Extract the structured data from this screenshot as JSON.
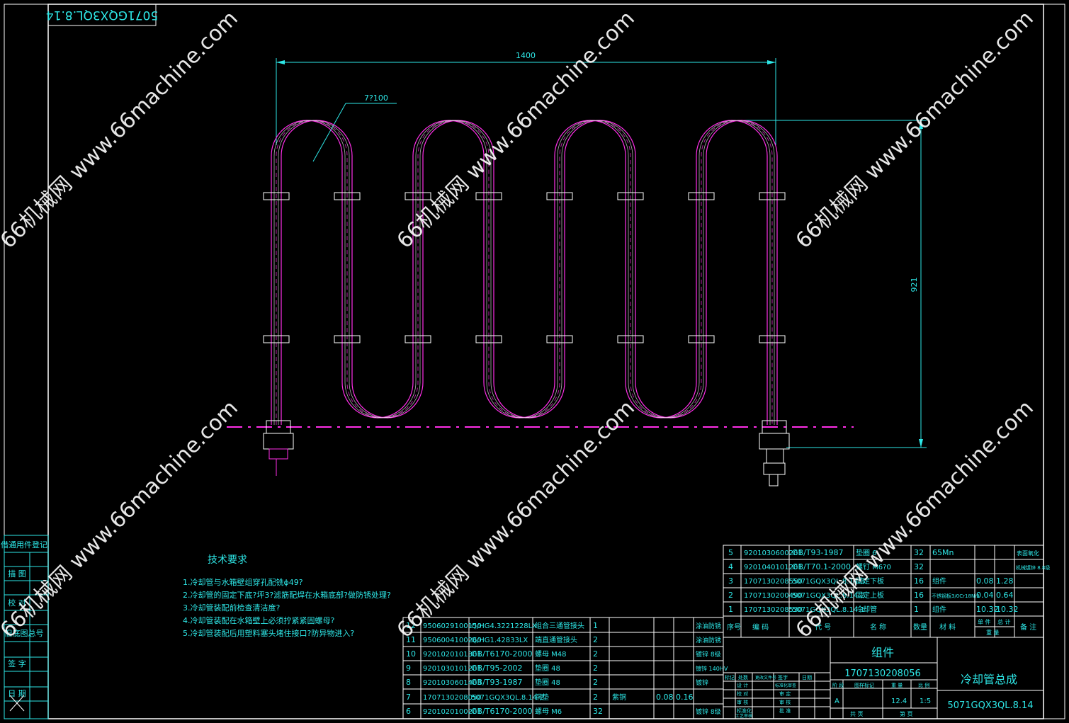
{
  "drawing": {
    "number_rotated": "5071GQX3QL.8.14",
    "dim_width": "1400",
    "dim_height": "921",
    "leader_note": "7?100",
    "watermark": "66机械网 www.66machine.com"
  },
  "tech_requirements": {
    "title": "技术要求",
    "items": [
      "1.冷却管与水箱壁组穿孔配铣ϕ49?",
      "2.冷却管的固定下底?坪3?滤筋配焊在水箱底部?做防锈处理?",
      "3.冷却管装配前检查清洁度?",
      "4.冷却管装配在水箱壁上必须拧紧紧固螺母?",
      "5.冷却管装配后用塑料塞头堵住接口?防异物进入?"
    ]
  },
  "left_strip": {
    "cells": [
      "借通用件登记",
      "描 图",
      "校 对",
      "旧底图总号",
      "签 字",
      "日 期"
    ]
  },
  "bom_upper": {
    "rows": [
      {
        "no": "5",
        "code": "9201030600201",
        "std": "GB/T93-1987",
        "name": "垫圈 6",
        "qty": "32",
        "mat": "65Mn",
        "w1": "",
        "w2": "",
        "note": "表面氧化"
      },
      {
        "no": "4",
        "code": "9201040101201",
        "std": "GB/T70.1-2000",
        "name": "螺钉 M6?0",
        "qty": "32",
        "mat": "",
        "w1": "",
        "w2": "",
        "note": "机械镀锌 8.8级"
      },
      {
        "no": "3",
        "code": "1707130208550",
        "std": "5071GQX3QL.8.14.3",
        "name": "固定下板",
        "qty": "16",
        "mat": "组件",
        "w1": "0.08",
        "w2": "1.28",
        "note": ""
      },
      {
        "no": "2",
        "code": "1707130200490",
        "std": "5071GQX3QL.8.14.2",
        "name": "固定上板",
        "qty": "16",
        "mat": "不锈钢板3/0Cr18Ni9",
        "w1": "0.04",
        "w2": "0.64",
        "note": ""
      },
      {
        "no": "1",
        "code": "1707130208530",
        "std": "5071GQX3QL.8.14.1",
        "name": "冷却管",
        "qty": "1",
        "mat": "组件",
        "w1": "10.32",
        "w2": "10.32",
        "note": ""
      }
    ],
    "header": {
      "no": "序号",
      "code": "编 码",
      "std": "代 号",
      "name": "名 称",
      "qty": "数量",
      "mat": "材 料",
      "w_top1": "单 件",
      "w_top2": "总 计",
      "w_bottom": "重 量",
      "note": "备 注"
    }
  },
  "bom_lower": {
    "rows": [
      {
        "no": "12",
        "code": "9506029100150",
        "std": "Q/HG4.3221228LX",
        "name": "组合三通管接头",
        "qty": "1",
        "mat": "",
        "w1": "",
        "w2": "",
        "note": "涂油防锈"
      },
      {
        "no": "11",
        "code": "9506004100260",
        "std": "Q/HG1.42833LX",
        "name": "端直通管接头",
        "qty": "2",
        "mat": "",
        "w1": "",
        "w2": "",
        "note": "涂油防锈"
      },
      {
        "no": "10",
        "code": "9201020101301",
        "std": "GB/T6170-2000",
        "name": "螺母 M48",
        "qty": "2",
        "mat": "",
        "w1": "",
        "w2": "",
        "note": "镀锌 8级"
      },
      {
        "no": "9",
        "code": "9201030101201",
        "std": "GB/T95-2002",
        "name": "垫圈 48",
        "qty": "2",
        "mat": "",
        "w1": "",
        "w2": "",
        "note": "镀锌 140HV"
      },
      {
        "no": "8",
        "code": "9201030601403",
        "std": "GB/T93-1987",
        "name": "垫圈 48",
        "qty": "2",
        "mat": "",
        "w1": "",
        "w2": "",
        "note": "镀锌"
      },
      {
        "no": "7",
        "code": "1707130208050",
        "std": "5071GQX3QL.8.14-2",
        "name": "铜垫",
        "qty": "2",
        "mat": "紫铜",
        "w1": "0.08",
        "w2": "0.16",
        "note": ""
      },
      {
        "no": "6",
        "code": "9201020100201",
        "std": "GB/T6170-2000",
        "name": "螺母 M6",
        "qty": "32",
        "mat": "",
        "w1": "",
        "w2": "",
        "note": "镀锌 8级"
      }
    ]
  },
  "title_block": {
    "type_label": "组件",
    "part_code": "1707130208056",
    "title": "冷却管总成",
    "drawing_no": "5071GQX3QL.8.14",
    "stage": "A",
    "weight": "12.4",
    "scale": "1:5",
    "sheet_total": "共 页",
    "sheet_no": "第 页",
    "rev_labels": [
      "标记",
      "处数",
      "更改文件号",
      "签字",
      "日期"
    ],
    "roles": [
      "设 计",
      "校 对",
      "审 核",
      "标准化",
      "工艺审核"
    ],
    "roles2": [
      "标准化审查",
      "审 定",
      "审 核",
      "批 准"
    ],
    "cols": [
      "阶 段",
      "图样标记",
      "重 量",
      "比 例"
    ]
  }
}
